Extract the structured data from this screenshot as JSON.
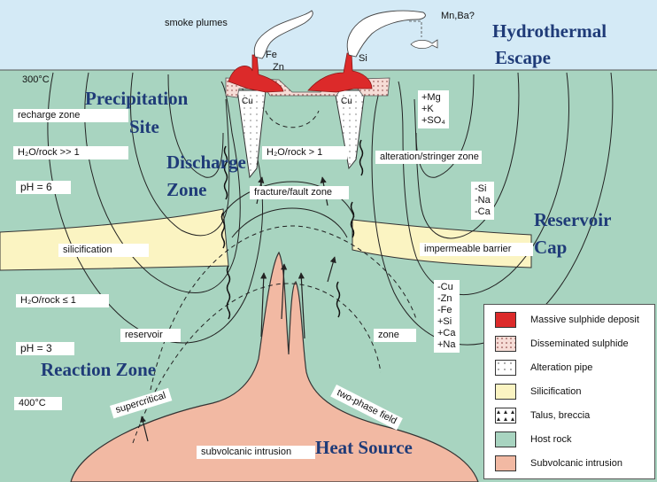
{
  "top": {
    "smoke_plumes": "smoke plumes",
    "mn_ba": "Mn,Ba?",
    "fe": "Fe",
    "zn": "Zn",
    "si": "Si",
    "temp_300": "300°C"
  },
  "zones": {
    "hydrothermal_line1": "Hydrothermal",
    "hydrothermal_line2": "Escape",
    "precip_line1": "Precipitation",
    "precip_line2": "Site",
    "discharge_line1": "Discharge",
    "discharge_line2": "Zone",
    "reservoir_cap_line1": "Reservoir",
    "reservoir_cap_line2": "Cap",
    "reaction_zone": "Reaction Zone",
    "heat_source": "Heat Source"
  },
  "labels": {
    "recharge_zone": "recharge zone",
    "h2o_rock_gg1": "H₂O/rock >> 1",
    "ph6": "pH = 6",
    "silicification": "silicification",
    "h2o_rock_le1": "H₂O/rock ≤ 1",
    "ph3": "pH = 3",
    "reservoir": "reservoir",
    "temp_400": "400°C",
    "supercritical": "supercritical",
    "subvolcanic_intrusion": "subvolcanic intrusion",
    "two_phase_field": "two-phase field",
    "zone": "zone",
    "impermeable_barrier": "impermeable barrier",
    "fracture_fault_zone": "fracture/fault zone",
    "h2o_rock_gt1": "H₂O/rock > 1",
    "alteration_stringer_zone": "alteration/stringer zone",
    "cu_left": "Cu",
    "cu_right": "Cu"
  },
  "chem_top": "+Mg\n+K\n+SO₄",
  "chem_mid": "-Si\n-Na\n-Ca",
  "chem_low": "-Cu\n-Zn\n-Fe\n+Si\n+Ca\n+Na",
  "colors": {
    "sea": "#d4eaf6",
    "host_rock": "#a8d4c0",
    "silicification": "#fbf4c2",
    "intrusion": "#f2b9a3",
    "massive_sulphide": "#dc2a2a",
    "line": "#222222",
    "title": "#1f3b78"
  },
  "legend": [
    {
      "label": "Massive sulphide deposit",
      "color": "#dc2a2a",
      "pattern": "solid"
    },
    {
      "label": "Disseminated sulphide",
      "color": "#f6dcd6",
      "pattern": "dots"
    },
    {
      "label": "Alteration pipe",
      "color": "#ffffff",
      "pattern": "sparse-dots"
    },
    {
      "label": "Silicification",
      "color": "#fbf4c2",
      "pattern": "solid"
    },
    {
      "label": "Talus,  breccia",
      "color": "#ffffff",
      "pattern": "triangles"
    },
    {
      "label": "Host rock",
      "color": "#a8d4c0",
      "pattern": "solid"
    },
    {
      "label": "Subvolcanic intrusion",
      "color": "#f2b9a3",
      "pattern": "solid"
    }
  ]
}
